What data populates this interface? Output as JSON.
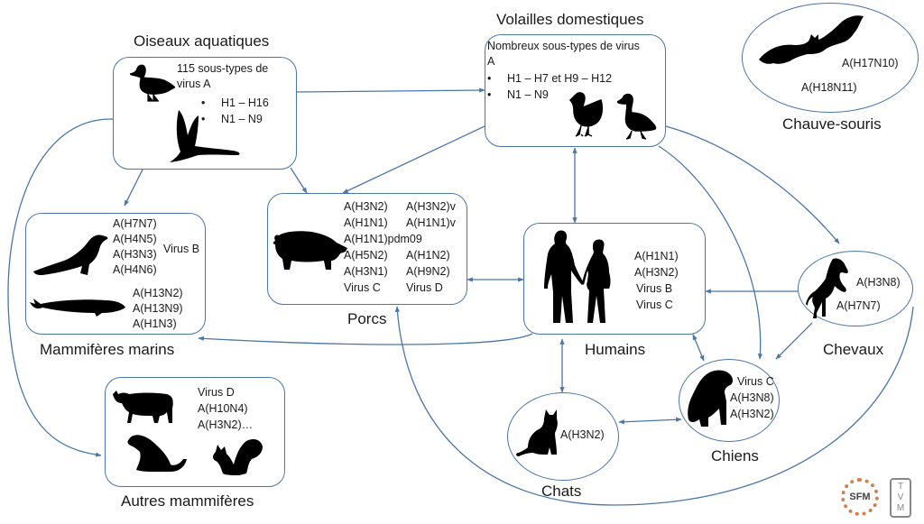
{
  "colors": {
    "line": "#4a76a8",
    "silhouette": "#000000",
    "text": "#1a1a1a"
  },
  "nodes": {
    "oiseaux": {
      "title": "Oiseaux aquatiques",
      "lines": [
        "115 sous-types de",
        "virus A"
      ],
      "bullets": [
        "H1 – H16",
        "N1 – N9"
      ],
      "icons": [
        "duck-icon",
        "flying-goose-icon"
      ]
    },
    "volailles": {
      "title": "Volailles domestiques",
      "lines": [
        "Nombreux sous-types de virus",
        "A"
      ],
      "bullets": [
        "H1 – H7 et H9 – H12",
        "N1 – N9"
      ],
      "icons": [
        "chicken-icon",
        "domestic-duck-icon"
      ]
    },
    "chauve_souris": {
      "title": "Chauve-souris",
      "lines": [
        "A(H17N10)",
        "A(H18N11)"
      ],
      "icons": [
        "bat-icon"
      ]
    },
    "mammiferes_marins": {
      "title": "Mammifères marins",
      "col1": [
        "A(H7N7)",
        "A(H4N5)",
        "A(H3N3)",
        "A(H4N6)"
      ],
      "side": "Virus B",
      "col2": [
        "A(H13N2)",
        "A(H13N9)",
        "A(H1N3)"
      ],
      "icons": [
        "sea-lion-icon",
        "whale-icon"
      ]
    },
    "porcs": {
      "title": "Porcs",
      "rows": [
        [
          "A(H3N2)",
          "A(H3N2)v"
        ],
        [
          "A(H1N1)",
          "A(H1N1)v"
        ],
        [
          "A(H1N1)pdm09",
          ""
        ],
        [
          "A(H5N2)",
          "A(H1N2)"
        ],
        [
          "A(H3N1)",
          "A(H9N2)"
        ],
        [
          "Virus C",
          "Virus D"
        ]
      ],
      "icons": [
        "pig-icon"
      ]
    },
    "humains": {
      "title": "Humains",
      "lines": [
        "A(H1N1)",
        "A(H3N2)",
        "Virus B",
        "Virus C"
      ],
      "icons": [
        "human-couple-icon"
      ]
    },
    "chevaux": {
      "title": "Chevaux",
      "lines": [
        "A(H3N8)",
        "A(H7N7)"
      ],
      "icons": [
        "horse-icon"
      ]
    },
    "chiens": {
      "title": "Chiens",
      "lines": [
        "Virus C",
        "A(H3N8)",
        "A(H3N2)"
      ],
      "icons": [
        "dog-icon"
      ]
    },
    "chats": {
      "title": "Chats",
      "lines": [
        "A(H3N2)"
      ],
      "icons": [
        "cat-icon"
      ]
    },
    "autres": {
      "title": "Autres mammifères",
      "lines": [
        "Virus D",
        "A(H10N4)",
        "A(H3N2)…"
      ],
      "icons": [
        "cow-icon",
        "ferret-icon",
        "squirrel-icon"
      ]
    }
  },
  "edges": [
    {
      "from": "Oiseaux aquatiques",
      "to": "Volailles domestiques"
    },
    {
      "from": "Oiseaux aquatiques",
      "to": "Mammifères marins"
    },
    {
      "from": "Oiseaux aquatiques",
      "to": "Porcs"
    },
    {
      "from": "Oiseaux aquatiques",
      "to": "Autres mammifères"
    },
    {
      "from": "Volailles domestiques",
      "to": "Porcs"
    },
    {
      "from": "Volailles domestiques",
      "to": "Humains",
      "bidirectional": true
    },
    {
      "from": "Volailles domestiques",
      "to": "Chevaux"
    },
    {
      "from": "Volailles domestiques",
      "to": "Chiens"
    },
    {
      "from": "Humains",
      "to": "Porcs",
      "bidirectional": true
    },
    {
      "from": "Humains",
      "to": "Mammifères marins"
    },
    {
      "from": "Humains",
      "to": "Chats",
      "bidirectional": true
    },
    {
      "from": "Humains",
      "to": "Chiens",
      "bidirectional": true
    },
    {
      "from": "Chevaux",
      "to": "Humains"
    },
    {
      "from": "Chevaux",
      "to": "Chiens"
    },
    {
      "from": "Chevaux",
      "to": "Porcs"
    },
    {
      "from": "Chats",
      "to": "Chiens",
      "bidirectional": true
    }
  ],
  "logos": {
    "sfm": "SFM",
    "tvm": [
      "T",
      "V",
      "M"
    ]
  }
}
